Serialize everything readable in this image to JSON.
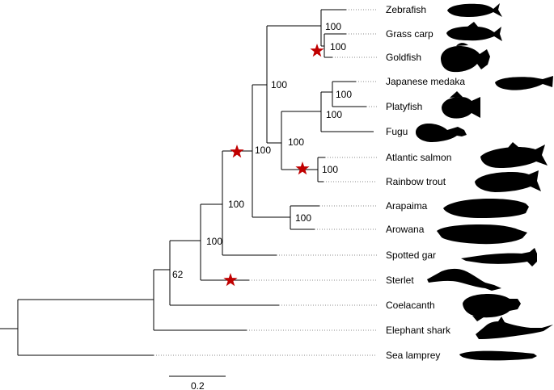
{
  "taxa": [
    {
      "name": "Zebrafish",
      "silhouette": "zebrafish-silhouette"
    },
    {
      "name": "Grass carp",
      "silhouette": "grass-carp-silhouette"
    },
    {
      "name": "Goldfish",
      "silhouette": "goldfish-silhouette"
    },
    {
      "name": "Japanese medaka",
      "silhouette": "medaka-silhouette"
    },
    {
      "name": "Platyfish",
      "silhouette": "platyfish-silhouette"
    },
    {
      "name": "Fugu",
      "silhouette": "fugu-silhouette"
    },
    {
      "name": "Atlantic salmon",
      "silhouette": "salmon-silhouette"
    },
    {
      "name": "Rainbow trout",
      "silhouette": "trout-silhouette"
    },
    {
      "name": "Arapaima",
      "silhouette": "arapaima-silhouette"
    },
    {
      "name": "Arowana",
      "silhouette": "arowana-silhouette"
    },
    {
      "name": "Spotted gar",
      "silhouette": "gar-silhouette"
    },
    {
      "name": "Sterlet",
      "silhouette": "sterlet-silhouette"
    },
    {
      "name": "Coelacanth",
      "silhouette": "coelacanth-silhouette"
    },
    {
      "name": "Elephant shark",
      "silhouette": "shark-silhouette"
    },
    {
      "name": "Sea lamprey",
      "silhouette": "lamprey-silhouette"
    }
  ],
  "support_values": {
    "carp_clade": "100",
    "grasscarp_goldfish": "100",
    "teleost_core": "100",
    "medaka_platy": "100",
    "percomorph": "100",
    "salmonid": "100",
    "teleosts": "100",
    "osteoglossomorph": "100",
    "neopterygii": "100",
    "actinopterygii": "100",
    "osteichthyes": "62"
  },
  "scale_bar": {
    "label": "0.2",
    "value": 0.2
  },
  "marker_color": "#c00000",
  "marker_icon": "star-icon"
}
